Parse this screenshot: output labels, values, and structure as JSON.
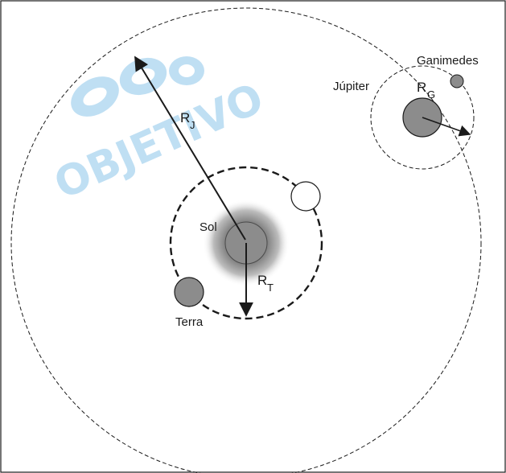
{
  "watermark": {
    "text": "OBJETIVO",
    "color": "#b9dcf2"
  },
  "labels": {
    "sun": "Sol",
    "earth": "Terra",
    "jupiter": "Júpiter",
    "ganymede": "Ganimedes",
    "rj_main": "R",
    "rj_sub": "J",
    "rt_main": "R",
    "rt_sub": "T",
    "rg_main": "R",
    "rg_sub": "G"
  },
  "colors": {
    "planet_fill": "#8c8c8c",
    "stroke": "#1a1a1a",
    "sun_glow": "#6e6e6e"
  }
}
